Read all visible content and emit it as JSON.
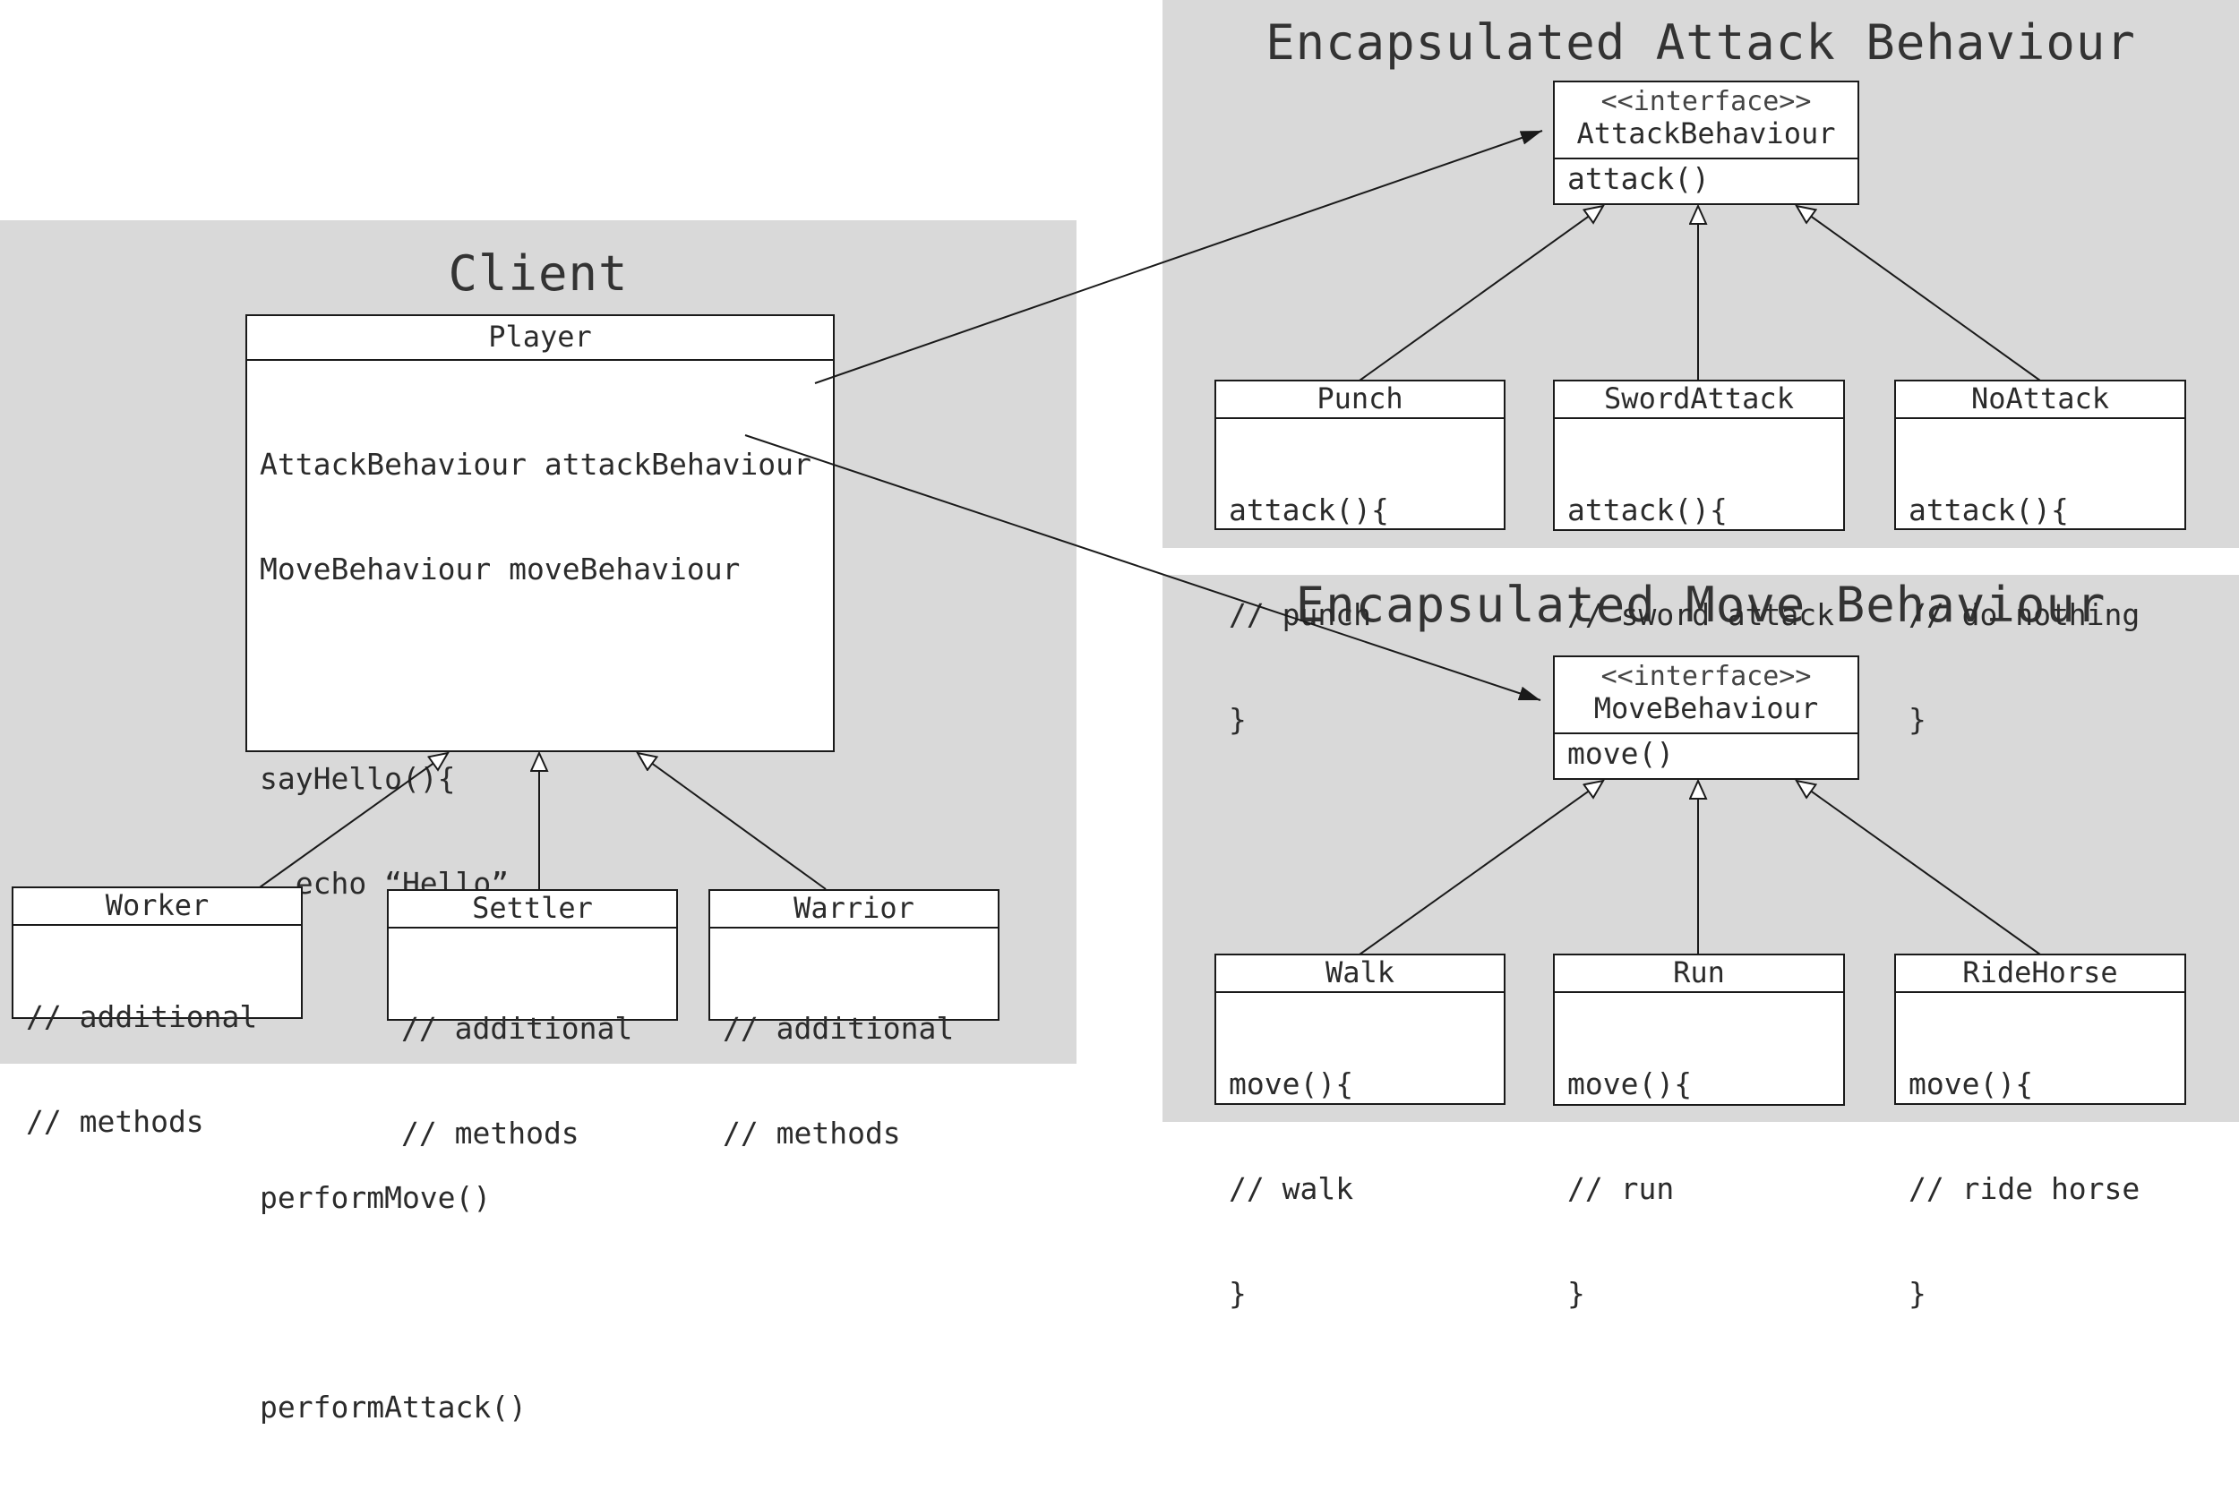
{
  "panels": {
    "client": {
      "title": "Client"
    },
    "attack": {
      "title": "Encapsulated Attack Behaviour"
    },
    "move": {
      "title": "Encapsulated Move Behaviour"
    }
  },
  "player": {
    "name": "Player",
    "fields": [
      "AttackBehaviour attackBehaviour",
      "MoveBehaviour moveBehaviour"
    ],
    "methods": [
      "sayHello(){",
      "  echo “Hello”",
      "}",
      "",
      "performMove()",
      "",
      "performAttack()"
    ]
  },
  "subclasses": [
    {
      "name": "Worker",
      "body": [
        "// additional",
        "// methods"
      ]
    },
    {
      "name": "Settler",
      "body": [
        "// additional",
        "// methods"
      ]
    },
    {
      "name": "Warrior",
      "body": [
        "// additional",
        "// methods"
      ]
    }
  ],
  "attack_interface": {
    "stereotype": "<<interface>>",
    "name": "AttackBehaviour",
    "method": "attack()"
  },
  "attack_impls": [
    {
      "name": "Punch",
      "body": [
        "attack(){",
        "// punch",
        "}"
      ]
    },
    {
      "name": "SwordAttack",
      "body": [
        "attack(){",
        "// sword attack",
        "}"
      ]
    },
    {
      "name": "NoAttack",
      "body": [
        "attack(){",
        "// do nothing",
        "}"
      ]
    }
  ],
  "move_interface": {
    "stereotype": "<<interface>>",
    "name": "MoveBehaviour",
    "method": "move()"
  },
  "move_impls": [
    {
      "name": "Walk",
      "body": [
        "move(){",
        "// walk",
        "}"
      ]
    },
    {
      "name": "Run",
      "body": [
        "move(){",
        "// run",
        "}"
      ]
    },
    {
      "name": "RideHorse",
      "body": [
        "move(){",
        "// ride horse",
        "}"
      ]
    }
  ],
  "colors": {
    "panel": "#d9d9d9",
    "box": "#ffffff",
    "stroke": "#1a1a1a"
  }
}
